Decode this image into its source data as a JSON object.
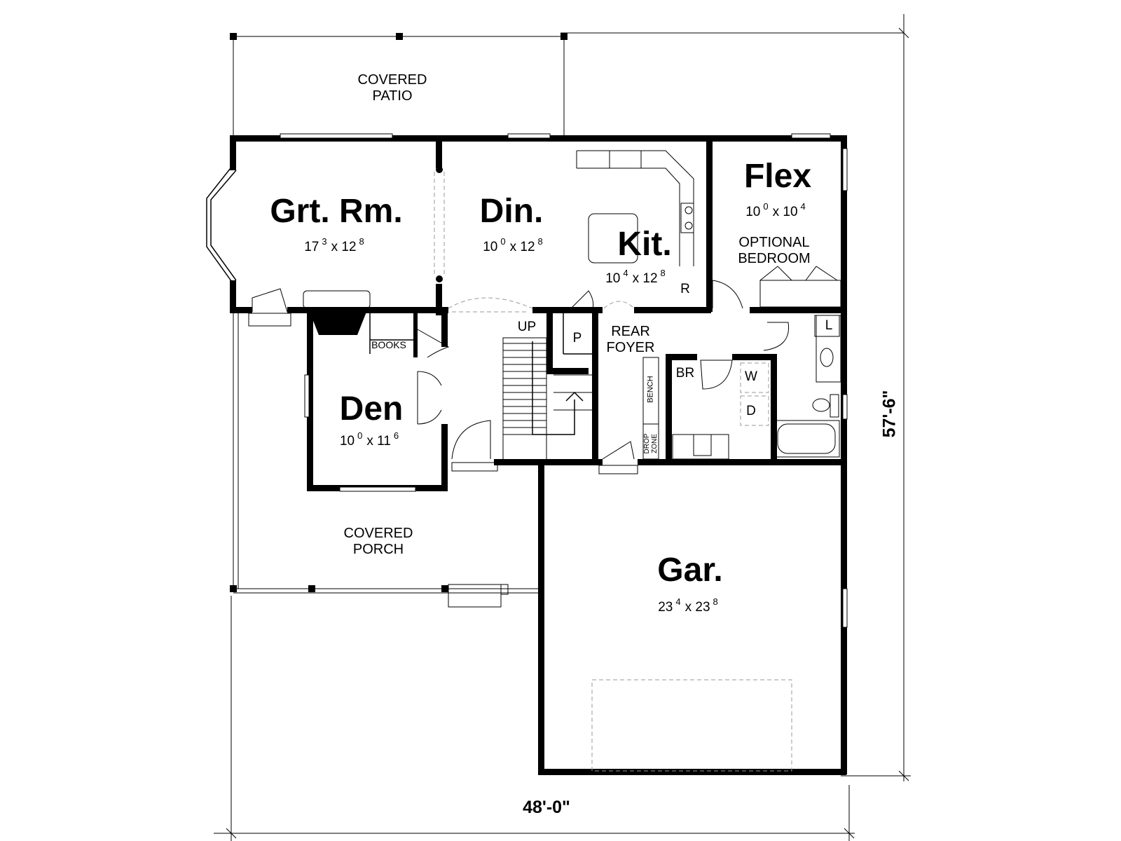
{
  "rooms": {
    "covered_patio": "COVERED\nPATIO",
    "great_room": {
      "name": "Grt. Rm.",
      "w_ft": "17",
      "w_in": "3",
      "d_ft": "12",
      "d_in": "8"
    },
    "dining": {
      "name": "Din.",
      "w_ft": "10",
      "w_in": "0",
      "d_ft": "12",
      "d_in": "8"
    },
    "kitchen": {
      "name": "Kit.",
      "w_ft": "10",
      "w_in": "4",
      "d_ft": "12",
      "d_in": "8"
    },
    "flex": {
      "name": "Flex",
      "w_ft": "10",
      "w_in": "0",
      "d_ft": "10",
      "d_in": "4",
      "note": "OPTIONAL\nBEDROOM"
    },
    "den": {
      "name": "Den",
      "w_ft": "10",
      "w_in": "0",
      "d_ft": "11",
      "d_in": "6"
    },
    "garage": {
      "name": "Gar.",
      "w_ft": "23",
      "w_in": "4",
      "d_ft": "23",
      "d_in": "8"
    },
    "covered_porch": "COVERED\nPORCH",
    "rear_foyer": "REAR\nFOYER"
  },
  "small_labels": {
    "refrigerator": "R",
    "pantry": "P",
    "stairs_up": "UP",
    "books": "BOOKS",
    "linen": "L",
    "bathroom": "BR",
    "washer": "W",
    "dryer": "D",
    "bench": "BENCH",
    "drop_zone": "DROP\nZONE"
  },
  "dimensions": {
    "width": "48'-0\"",
    "depth": "57'-6\""
  }
}
